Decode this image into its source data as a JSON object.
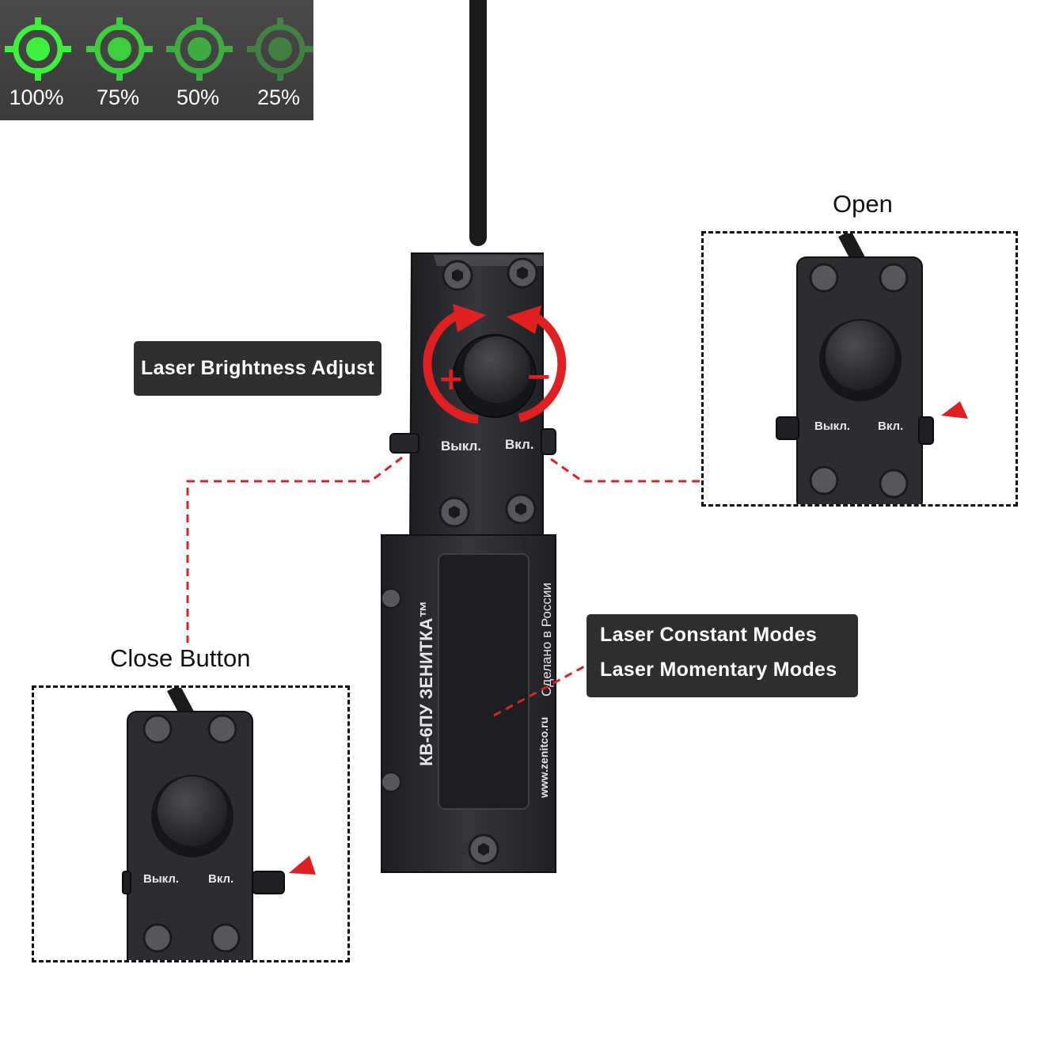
{
  "brightness_levels": [
    {
      "label": "100%",
      "color": "#3df23d",
      "opacity": 1.0
    },
    {
      "label": "75%",
      "color": "#3df23d",
      "opacity": 0.8
    },
    {
      "label": "50%",
      "color": "#3df23d",
      "opacity": 0.6
    },
    {
      "label": "25%",
      "color": "#3df23d",
      "opacity": 0.35
    }
  ],
  "labels": {
    "brightness_adjust": "Laser Brightness Adjust",
    "constant_modes": "Laser Constant Modes",
    "momentary_modes": "Laser Momentary Modes",
    "open": "Open",
    "close_button": "Close Button"
  },
  "device": {
    "switch_off": "Выкл.",
    "switch_on": "Вкл.",
    "model": "КВ-6ПУ  ЗЕНИТКА™",
    "made_in": "Сделано в России",
    "website": "www.zenitco.ru",
    "plus": "+",
    "minus": "−"
  },
  "colors": {
    "accent_red": "#e02020",
    "device_body": "#2b2d31",
    "label_bg": "#2e2e2e"
  }
}
